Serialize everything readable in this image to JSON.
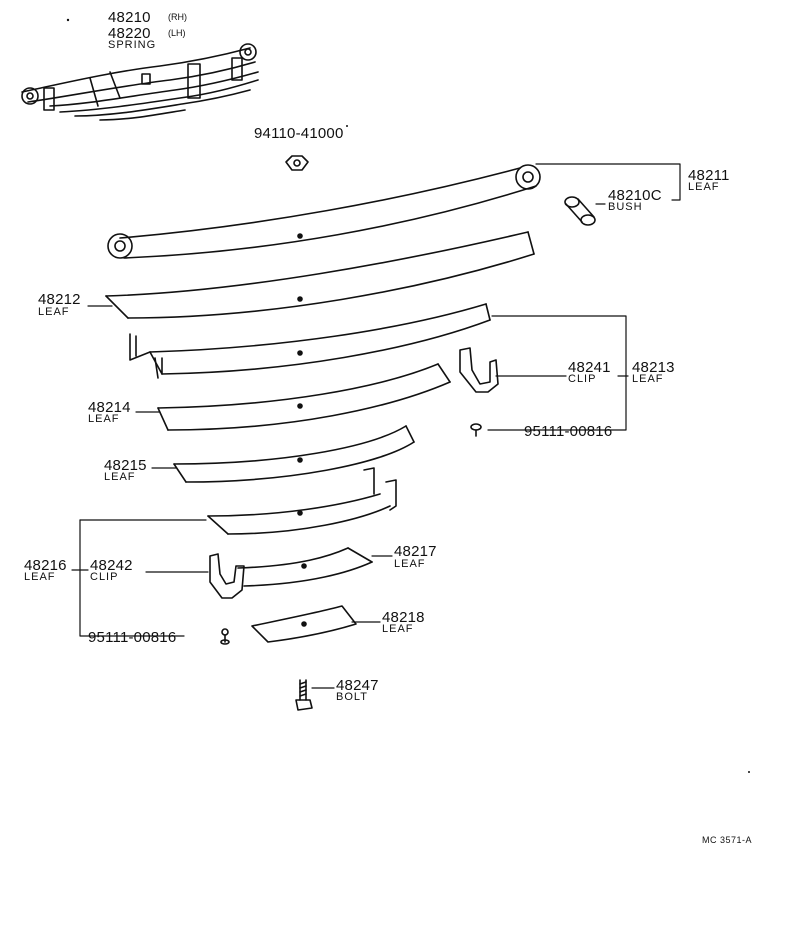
{
  "parts": {
    "spring_rh": {
      "number": "48210",
      "side": "(RH)"
    },
    "spring_lh": {
      "number": "48220",
      "side": "(LH)"
    },
    "spring_name": "SPRING",
    "nut": {
      "number": "94110-41000"
    },
    "leaf_main": {
      "number": "48211",
      "name": "LEAF"
    },
    "bush": {
      "number": "48210C",
      "name": "BUSH"
    },
    "leaf_2": {
      "number": "48212",
      "name": "LEAF"
    },
    "clip_1": {
      "number": "48241",
      "name": "CLIP"
    },
    "leaf_3": {
      "number": "48213",
      "name": "LEAF"
    },
    "rivet_1": {
      "number": "95111-00816"
    },
    "leaf_4": {
      "number": "48214",
      "name": "LEAF"
    },
    "leaf_5": {
      "number": "48215",
      "name": "LEAF"
    },
    "leaf_6": {
      "number": "48216",
      "name": "LEAF"
    },
    "clip_2": {
      "number": "48242",
      "name": "CLIP"
    },
    "leaf_7": {
      "number": "48217",
      "name": "LEAF"
    },
    "rivet_2": {
      "number": "95111-00816"
    },
    "leaf_8": {
      "number": "48218",
      "name": "LEAF"
    },
    "bolt": {
      "number": "48247",
      "name": "BOLT"
    }
  },
  "footer": {
    "code": "MC 3571-A"
  }
}
